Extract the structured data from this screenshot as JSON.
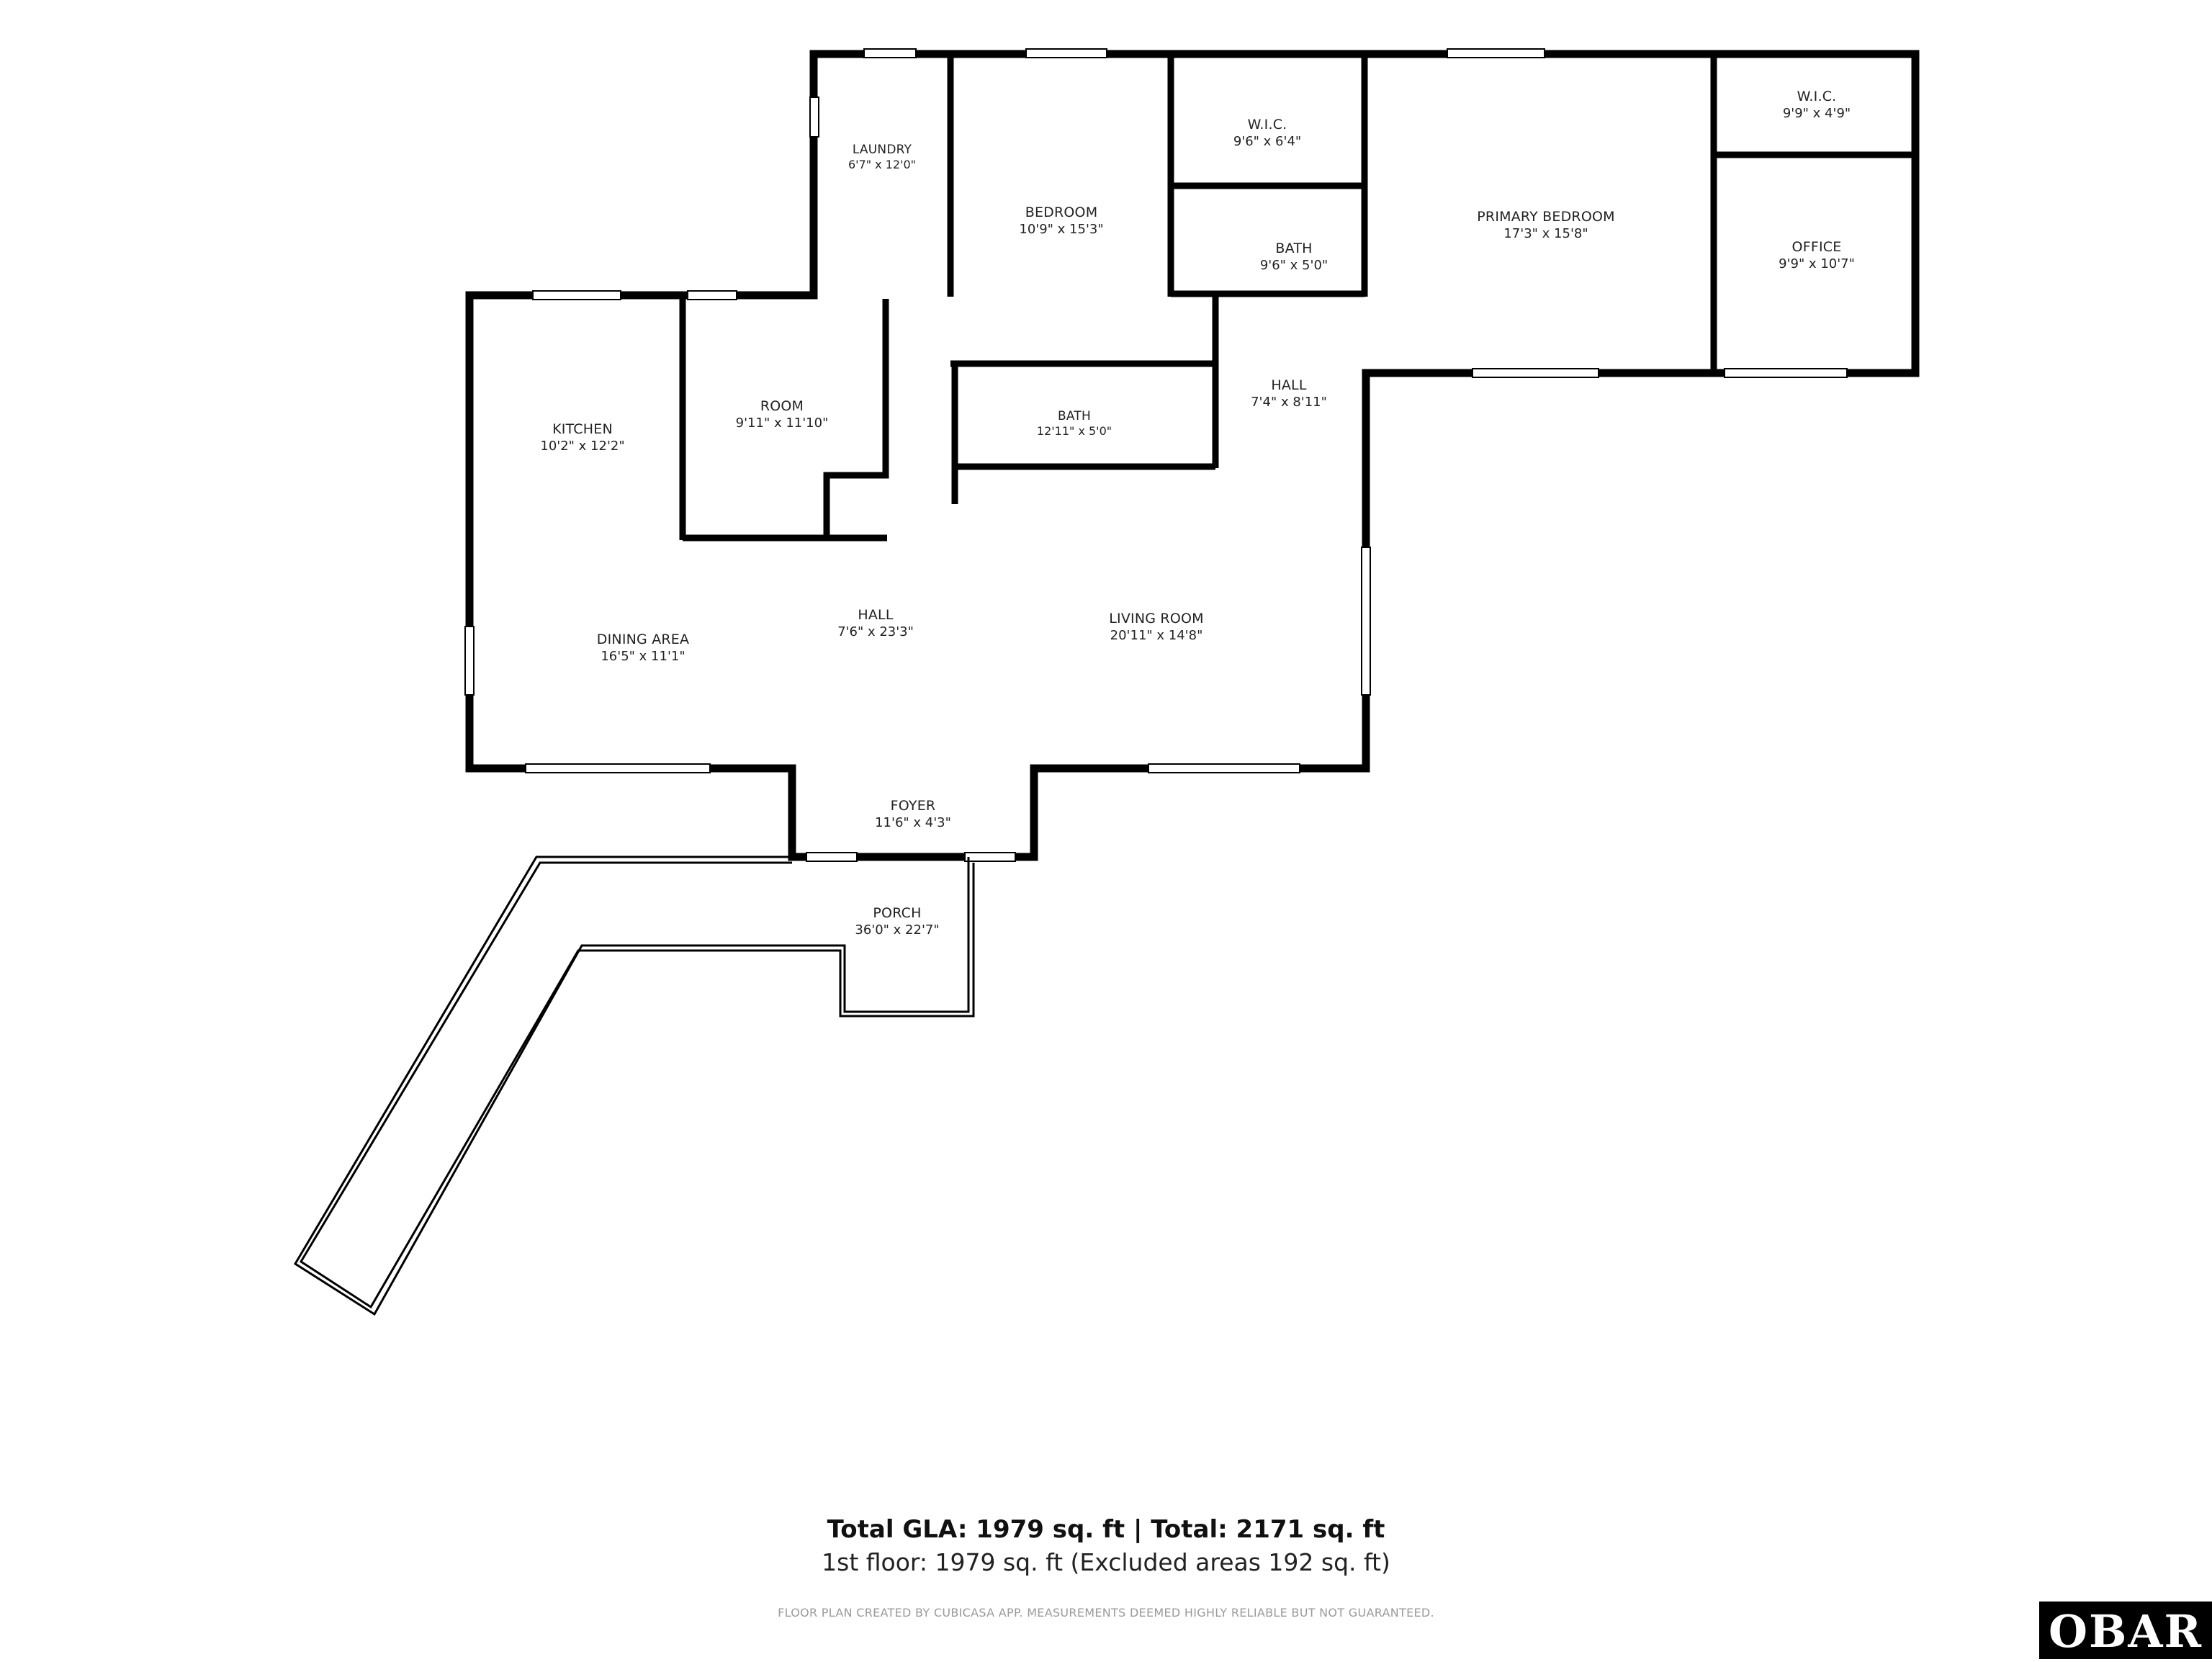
{
  "rooms": {
    "laundry": {
      "name": "LAUNDRY",
      "dims": "6'7\" x 12'0\""
    },
    "bedroom": {
      "name": "BEDROOM",
      "dims": "10'9\" x 15'3\""
    },
    "wic1": {
      "name": "W.I.C.",
      "dims": "9'6\" x 6'4\""
    },
    "bath1": {
      "name": "BATH",
      "dims": "9'6\" x 5'0\""
    },
    "primary": {
      "name": "PRIMARY BEDROOM",
      "dims": "17'3\" x 15'8\""
    },
    "wic2": {
      "name": "W.I.C.",
      "dims": "9'9\" x 4'9\""
    },
    "office": {
      "name": "OFFICE",
      "dims": "9'9\" x 10'7\""
    },
    "kitchen": {
      "name": "KITCHEN",
      "dims": "10'2\" x 12'2\""
    },
    "room": {
      "name": "ROOM",
      "dims": "9'11\" x 11'10\""
    },
    "bath2": {
      "name": "BATH",
      "dims": "12'11\" x 5'0\""
    },
    "hall_right": {
      "name": "HALL",
      "dims": "7'4\" x 8'11\""
    },
    "dining": {
      "name": "DINING AREA",
      "dims": "16'5\" x 11'1\""
    },
    "hall_main": {
      "name": "HALL",
      "dims": "7'6\" x 23'3\""
    },
    "living": {
      "name": "LIVING ROOM",
      "dims": "20'11\" x 14'8\""
    },
    "foyer": {
      "name": "FOYER",
      "dims": "11'6\" x 4'3\""
    },
    "porch": {
      "name": "PORCH",
      "dims": "36'0\" x 22'7\""
    }
  },
  "totals": {
    "line1": "Total GLA: 1979 sq. ft | Total: 2171 sq. ft",
    "line2": "1st floor: 1979 sq. ft (Excluded areas 192 sq. ft)"
  },
  "disclaimer": "FLOOR PLAN CREATED BY CUBICASA APP. MEASUREMENTS DEEMED HIGHLY RELIABLE BUT NOT GUARANTEED.",
  "logo": "OBAR",
  "colors": {
    "wall": "#000000",
    "background": "#ffffff",
    "disclaimer": "#9a9a9a"
  }
}
